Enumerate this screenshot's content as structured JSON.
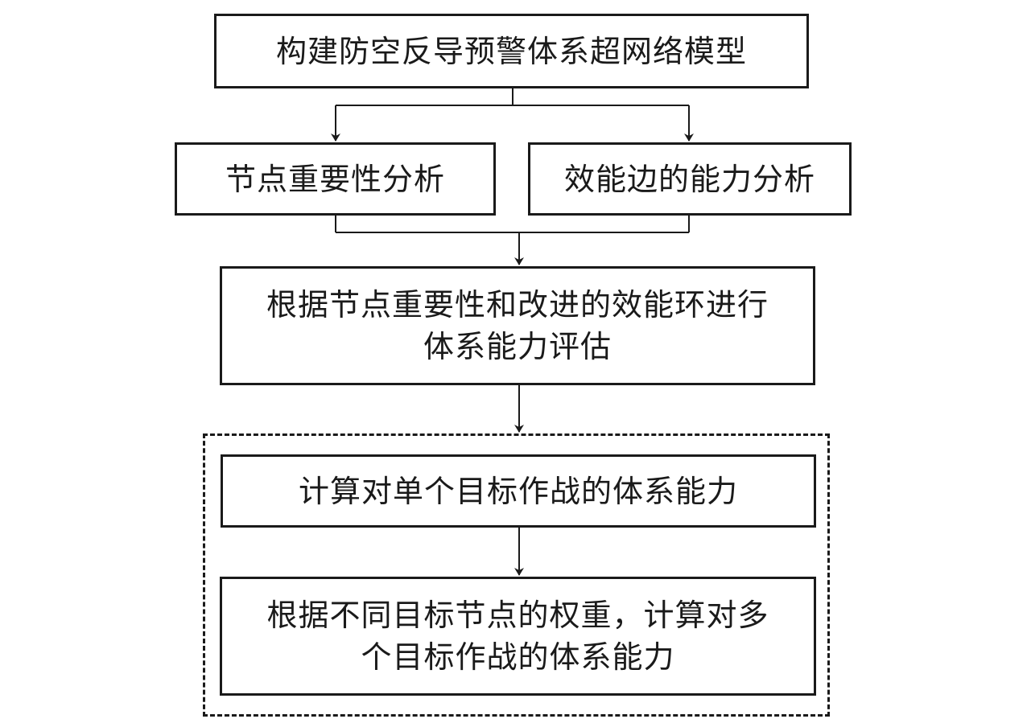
{
  "nodes": {
    "build_model": "构建防空反导预警体系超网络模型",
    "node_importance": "节点重要性分析",
    "edge_capability": "效能边的能力分析",
    "evaluate": {
      "line1": "根据节点重要性和改进的效能环进行",
      "line2": "体系能力评估"
    },
    "single_target": "计算对单个目标作战的体系能力",
    "multi_target": {
      "line1": "根据不同目标节点的权重，计算对多",
      "line2": "个目标作战的体系能力"
    }
  },
  "colors": {
    "stroke": "#1a1a1a",
    "background": "#ffffff"
  }
}
